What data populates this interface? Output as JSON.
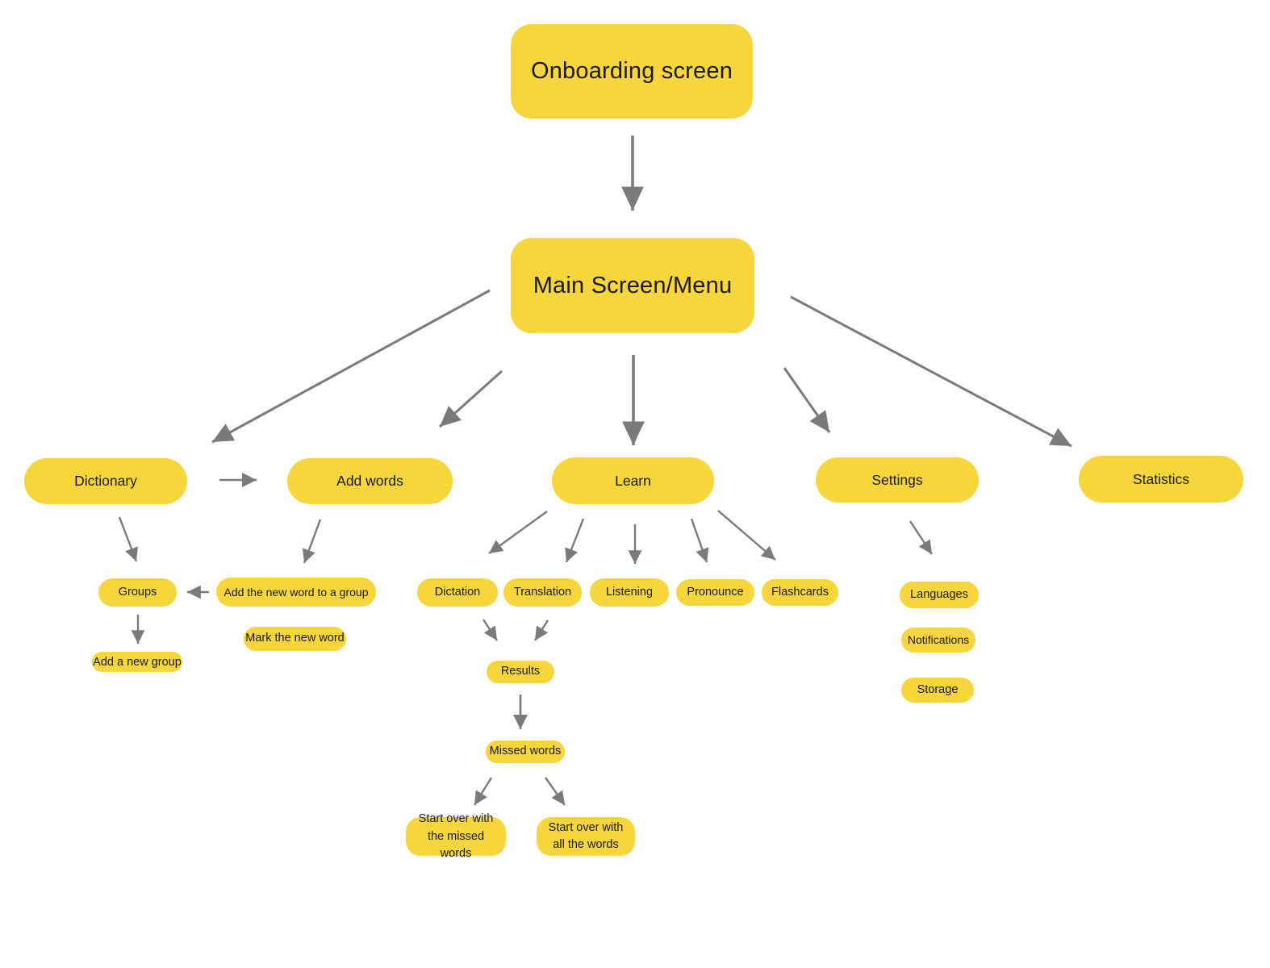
{
  "diagram": {
    "background_color": "#FFFFFF",
    "node_fill_color": "#F7D53C",
    "arrow_color": "#7A7A7A",
    "text_color": "#1A1A1A",
    "nodes": {
      "onboarding": {
        "label": "Onboarding screen"
      },
      "main": {
        "label": "Main Screen/Menu"
      },
      "dictionary": {
        "label": "Dictionary"
      },
      "add_words": {
        "label": "Add words"
      },
      "learn": {
        "label": "Learn"
      },
      "settings": {
        "label": "Settings"
      },
      "statistics": {
        "label": "Statistics"
      },
      "groups": {
        "label": "Groups"
      },
      "add_word_to_group": {
        "label": "Add the new word to a group"
      },
      "mark_new_word": {
        "label": "Mark the new word"
      },
      "add_new_group": {
        "label": "Add a new group"
      },
      "dictation": {
        "label": "Dictation"
      },
      "translation": {
        "label": "Translation"
      },
      "listening": {
        "label": "Listening"
      },
      "pronounce": {
        "label": "Pronounce"
      },
      "flashcards": {
        "label": "Flashcards"
      },
      "results": {
        "label": "Results"
      },
      "missed_words": {
        "label": "Missed words"
      },
      "start_over_missed": {
        "label": "Start over with the missed words"
      },
      "start_over_all": {
        "label": "Start over with all the words"
      },
      "languages": {
        "label": "Languages"
      },
      "notifications": {
        "label": "Notifications"
      },
      "storage": {
        "label": "Storage"
      }
    },
    "edges": [
      {
        "from": "onboarding",
        "to": "main"
      },
      {
        "from": "main",
        "to": "dictionary"
      },
      {
        "from": "main",
        "to": "add_words"
      },
      {
        "from": "main",
        "to": "learn"
      },
      {
        "from": "main",
        "to": "settings"
      },
      {
        "from": "main",
        "to": "statistics"
      },
      {
        "from": "dictionary",
        "to": "add_words"
      },
      {
        "from": "dictionary",
        "to": "groups"
      },
      {
        "from": "groups",
        "to": "add_new_group"
      },
      {
        "from": "add_words",
        "to": "add_word_to_group"
      },
      {
        "from": "add_word_to_group",
        "to": "groups"
      },
      {
        "from": "learn",
        "to": "dictation"
      },
      {
        "from": "learn",
        "to": "translation"
      },
      {
        "from": "learn",
        "to": "listening"
      },
      {
        "from": "learn",
        "to": "pronounce"
      },
      {
        "from": "learn",
        "to": "flashcards"
      },
      {
        "from": "dictation",
        "to": "results"
      },
      {
        "from": "translation",
        "to": "results"
      },
      {
        "from": "results",
        "to": "missed_words"
      },
      {
        "from": "missed_words",
        "to": "start_over_missed"
      },
      {
        "from": "missed_words",
        "to": "start_over_all"
      },
      {
        "from": "settings",
        "to": "languages"
      }
    ]
  }
}
